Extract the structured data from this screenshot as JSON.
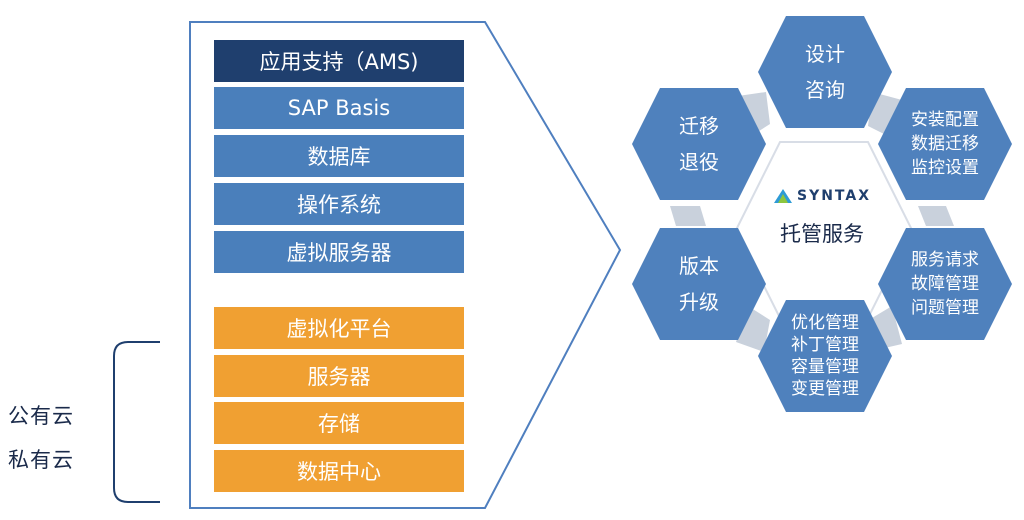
{
  "colors": {
    "navy": "#1f3f6e",
    "blue": "#4a7fbb",
    "orange": "#f0a032",
    "hex_fill": "#4f81bd",
    "connector": "#c9d1dc",
    "frame": "#4f7fbf"
  },
  "stack_upper": [
    "应用支持（AMS)",
    "SAP Basis",
    "数据库",
    "操作系统",
    "虚拟服务器"
  ],
  "stack_lower": [
    "虚拟化平台",
    "服务器",
    "存储",
    "数据中心"
  ],
  "side_labels": [
    "公有云",
    "私有云"
  ],
  "center": {
    "logo_text": "SYNTAX",
    "title": "托管服务"
  },
  "hexagons": {
    "design": [
      "设计",
      "咨询"
    ],
    "migrate": [
      "迁移",
      "退役"
    ],
    "install": [
      "安装配置",
      "数据迁移",
      "监控设置"
    ],
    "upgrade": [
      "版本",
      "升级"
    ],
    "service": [
      "服务请求",
      "故障管理",
      "问题管理"
    ],
    "optimize": [
      "优化管理",
      "补丁管理",
      "容量管理",
      "变更管理"
    ]
  }
}
